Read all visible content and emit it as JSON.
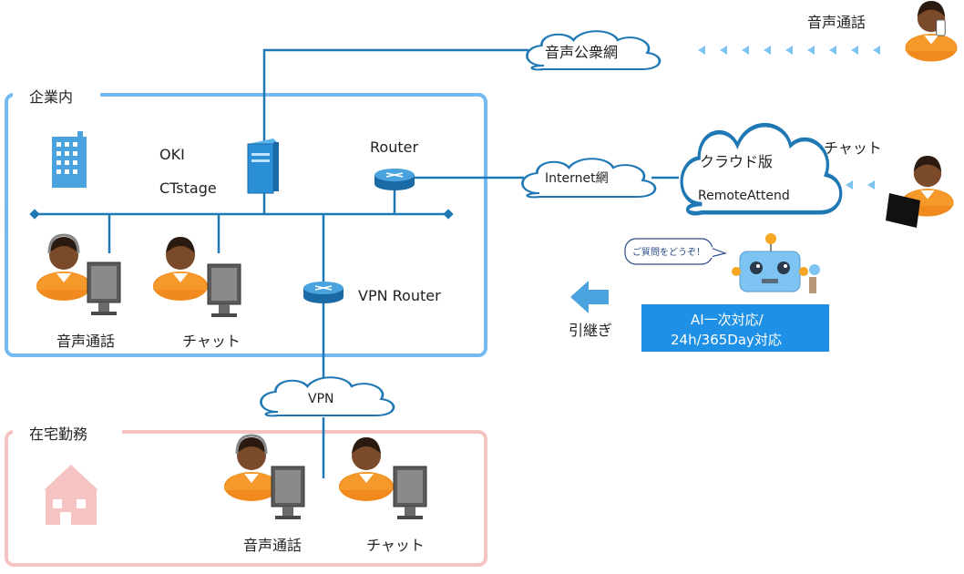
{
  "corp_zone": {
    "label": "企業内"
  },
  "home_zone": {
    "label": "在宅勤務"
  },
  "server": {
    "label_line1": "OKI",
    "label_line2": "CTstage"
  },
  "router": {
    "label": "Router"
  },
  "vpn_router": {
    "label": "VPN Router"
  },
  "clouds": {
    "public_phone": "音声公衆網",
    "internet": "Internet網",
    "vpn": "VPN",
    "remote_attend_line1": "クラウド版",
    "remote_attend_line2": "RemoteAttend"
  },
  "customers": {
    "voice": "音声通話",
    "chat": "チャット"
  },
  "corp_agents": {
    "voice": "音声通話",
    "chat": "チャット"
  },
  "home_agents": {
    "voice": "音声通話",
    "chat": "チャット"
  },
  "ai": {
    "speech": "ご質問をどうぞ！",
    "box_line1": "AI一次対応/",
    "box_line2": "24h/365Day対応",
    "handoff": "引継ぎ"
  },
  "colors": {
    "line": "#1f78b4",
    "corp_border": "#74b9ef",
    "home_border": "#f6c3c3",
    "ai_box": "#1e90e6"
  }
}
